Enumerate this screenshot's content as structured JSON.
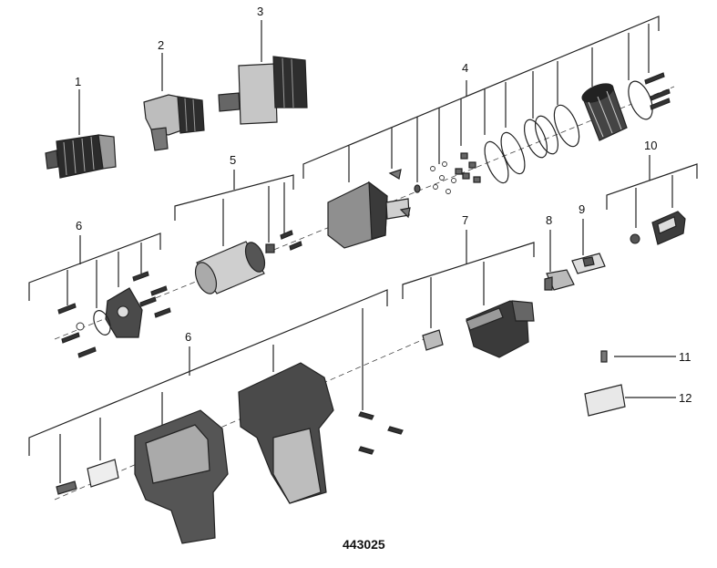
{
  "diagram": {
    "document_number": "443025",
    "callouts": [
      "1",
      "2",
      "3",
      "4",
      "5",
      "6",
      "7",
      "8",
      "9",
      "10",
      "11",
      "12",
      "6"
    ]
  }
}
